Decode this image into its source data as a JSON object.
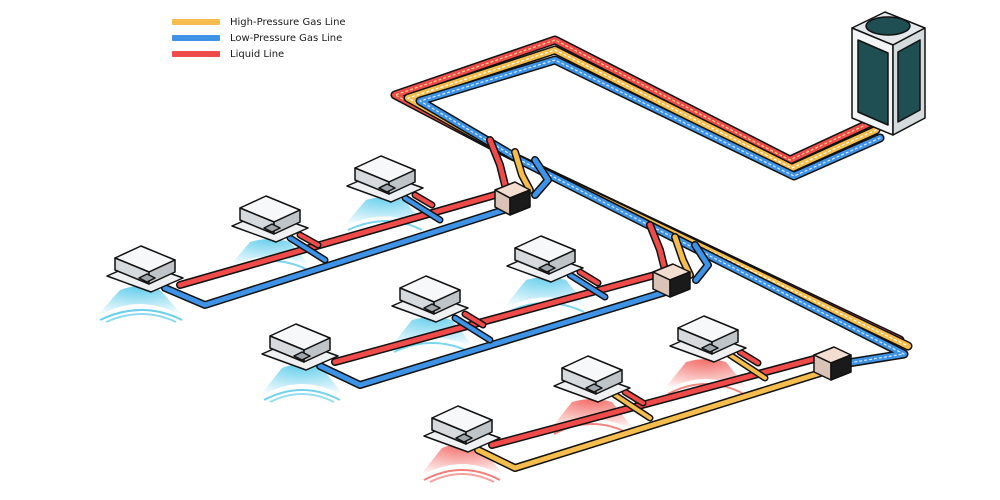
{
  "legend": [
    {
      "label": "High-Pressure Gas Line",
      "color": "#f5bd4e",
      "key": "hp"
    },
    {
      "label": "Low-Pressure Gas Line",
      "color": "#3f93e6",
      "key": "lp"
    },
    {
      "label": "Liquid Line",
      "color": "#ef4b4a",
      "key": "liq"
    }
  ],
  "colors": {
    "hp": "#f5bd4e",
    "lp": "#3f93e6",
    "liq": "#ef4b4a",
    "cool": "#43c3e8",
    "heat": "#f0524c",
    "outline": "#111111",
    "outdoor_body": "#1f4f52",
    "outdoor_light": "#e6e9eb"
  },
  "icons": {
    "outdoor_unit": "vrf-outdoor-unit-icon",
    "indoor_unit": "ceiling-cassette-icon",
    "branch_box": "branch-selector-box-icon"
  }
}
